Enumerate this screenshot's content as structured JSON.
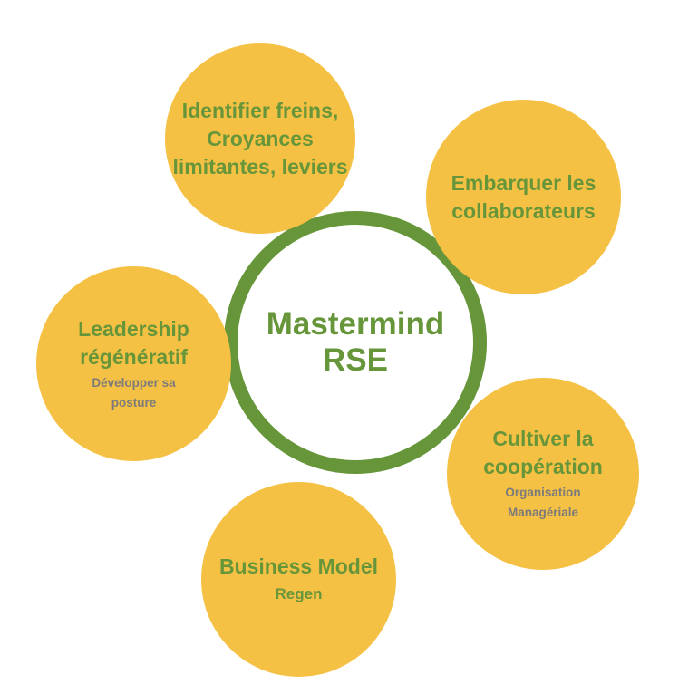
{
  "center": {
    "title": "Mastermind RSE"
  },
  "bubbles": [
    {
      "title": "Identifier freins, Croyances limitantes, leviers"
    },
    {
      "title": "Embarquer les collaborateurs"
    },
    {
      "title": "Leadership régénératif",
      "subtitle": "Développer sa posture"
    },
    {
      "title": "Cultiver la coopération",
      "subtitle": "Organisation Managériale"
    },
    {
      "title": "Business Model",
      "subtitle": "Regen"
    }
  ],
  "colors": {
    "bubble_fill": "#f5c144",
    "ring": "#67963a",
    "title_text": "#67963a",
    "subtitle_text": "#7b7b7b"
  }
}
